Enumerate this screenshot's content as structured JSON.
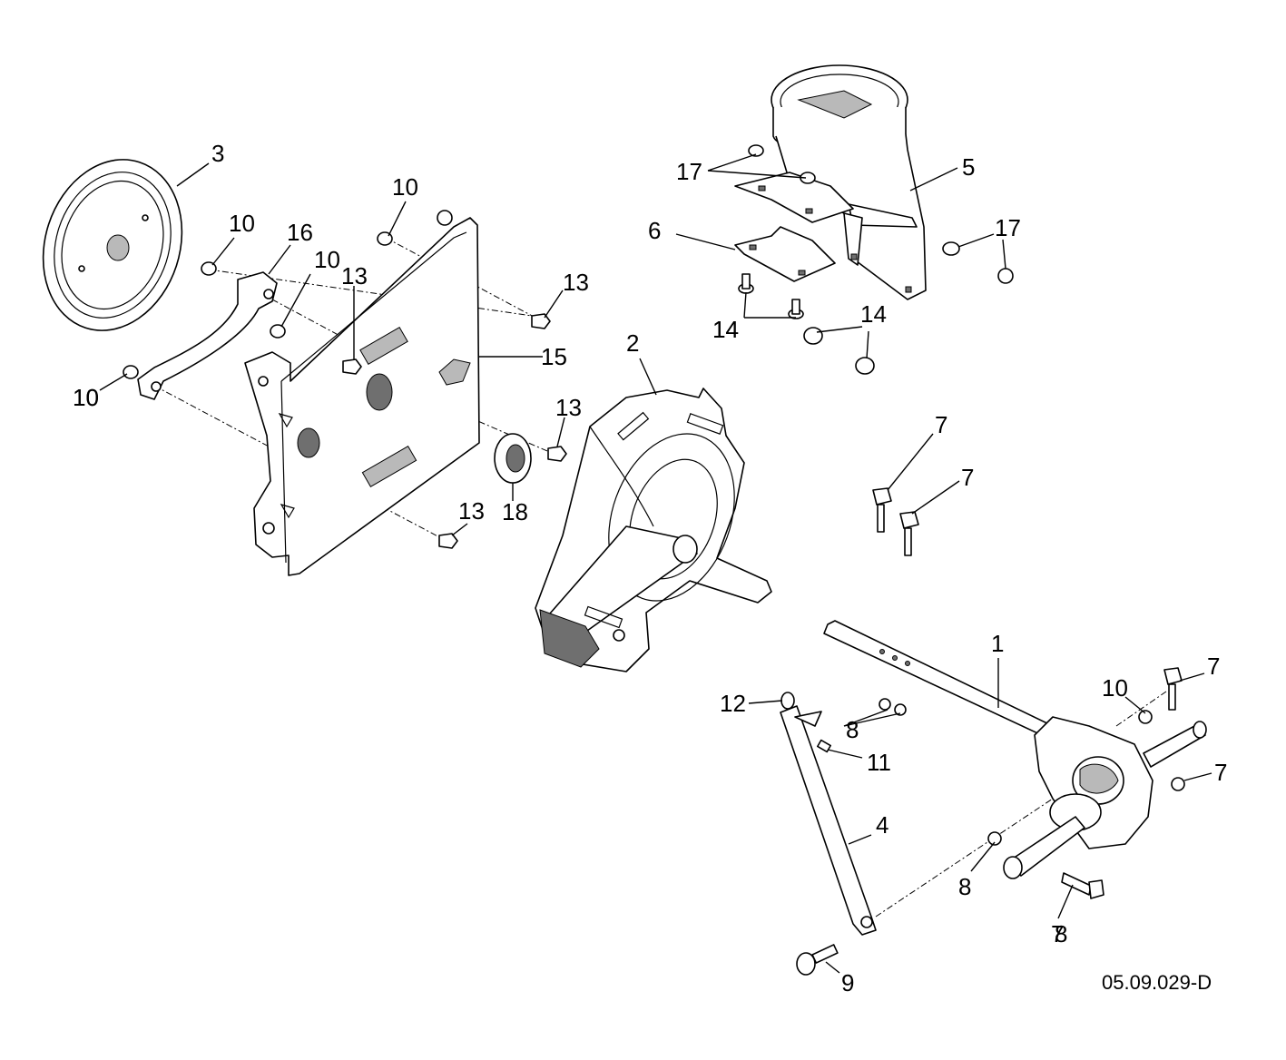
{
  "diagram": {
    "document_id": "05.09.029-D",
    "callouts": [
      "1",
      "2",
      "3",
      "4",
      "5",
      "6",
      "7",
      "7",
      "7",
      "7",
      "7",
      "8",
      "8",
      "8",
      "9",
      "10",
      "10",
      "10",
      "10",
      "10",
      "10",
      "11",
      "12",
      "13",
      "13",
      "13",
      "13",
      "14",
      "14",
      "14",
      "15",
      "16",
      "17",
      "17",
      "18"
    ]
  }
}
